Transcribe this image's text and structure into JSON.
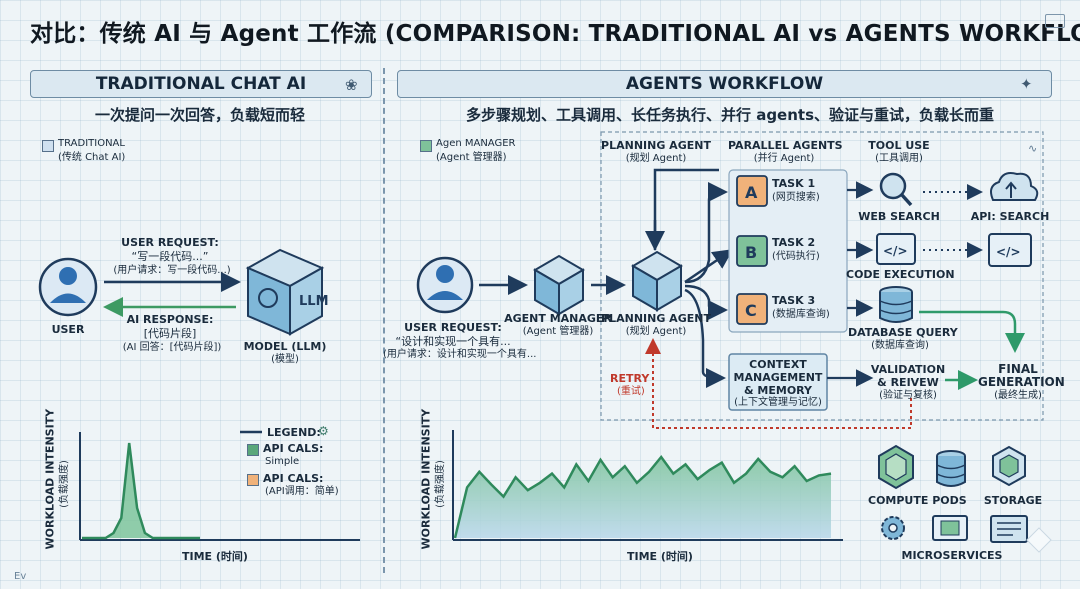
{
  "title": "对比：传统 AI 与 Agent 工作流 (COMPARISON: TRADITIONAL AI vs AGENTS WORKFLOW)",
  "left": {
    "header": "TRADITIONAL CHAT AI",
    "subtitle": "一次提问一次回答，负载短而轻",
    "legend_title": "TRADITIONAL",
    "legend_sub": "(传统 Chat AI)",
    "user": "USER",
    "request_title": "USER REQUEST:",
    "request_text": "“写一段代码...”",
    "request_cn": "(用户请求：写一段代码...)",
    "response_title": "AI RESPONSE:",
    "response_text": "[代码片段]",
    "response_cn": "(AI 回答：[代码片段])",
    "model_title": "MODEL (LLM)",
    "model_cn": "(模型)",
    "cube_text": "LLM",
    "chart_ylabel": "WORKLOAD INTENSITY",
    "chart_ylabel_cn": "(负载强度)",
    "chart_xlabel": "TIME (时间)",
    "legend": {
      "title": "LEGEND:",
      "item1": "API CALS:",
      "item1_sub": "Simple",
      "item2": "API CALS:",
      "item2_sub": "(API调用：简单)"
    }
  },
  "right": {
    "header": "AGENTS WORKFLOW",
    "subtitle": "多步骤规划、工具调用、长任务执行、并行 agents、验证与重试，负载长而重",
    "legend_title": "Agen MANAGER",
    "legend_sub": "(Agent 管理器)",
    "request_title": "USER REQUEST:",
    "request_text": "“设计和实现一个具有...",
    "request_cn": "(用户请求：设计和实现一个具有...",
    "manager_title": "AGENT MANAGER",
    "manager_cn": "(Agent 管理器)",
    "planning_title": "PLANNING AGENT",
    "planning_cn": "(规划 Agent)",
    "col_planning": "PLANNING AGENT",
    "col_planning_cn": "(规划 Agent)",
    "col_parallel": "PARALLEL AGENTS",
    "col_parallel_cn": "(并行 Agent)",
    "col_tool": "TOOL USE",
    "col_tool_cn": "(工具调用)",
    "tasks": [
      {
        "badge": "A",
        "title": "TASK 1",
        "cn": "(网页搜索)"
      },
      {
        "badge": "B",
        "title": "TASK 2",
        "cn": "(代码执行)"
      },
      {
        "badge": "C",
        "title": "TASK 3",
        "cn": "(数据库查询)"
      }
    ],
    "web_search": "WEB SEARCH",
    "api_search": "API: SEARCH",
    "code_exec": "CODE EXECUTION",
    "db_query": "DATABASE QUERY",
    "db_query_cn": "(数据库查询)",
    "context_1": "CONTEXT",
    "context_2": "MANAGEMENT",
    "context_3": "& MEMORY",
    "context_cn": "(上下文管理与记忆)",
    "validation_1": "VALIDATION",
    "validation_2": "& REIVEW",
    "validation_cn": "(验证与复核)",
    "final_1": "FINAL",
    "final_2": "GENERATION",
    "final_cn": "(最终生成)",
    "retry": "RETRY",
    "retry_cn": "(重试)",
    "chart_ylabel": "WORKLOAD INTENSITY",
    "chart_ylabel_cn": "(负载强度)",
    "chart_xlabel": "TIME (时间)",
    "compute": "COMPUTE PODS",
    "storage": "STORAGE",
    "micro": "MICROSERVICES"
  },
  "footer_left": "Ev",
  "colors": {
    "navy": "#1f3b5c",
    "blue": "#2f6fb2",
    "green": "#3d9a63",
    "orange": "#e9a560",
    "red": "#c0392b",
    "teal": "#4aa894"
  },
  "chart_data": [
    {
      "type": "area",
      "ylabel": "WORKLOAD INTENSITY",
      "xlabel": "TIME (时间)",
      "series": [
        {
          "values": [
            0,
            0,
            0,
            0,
            0.05,
            0.2,
            0.95,
            0.3,
            0.05,
            0,
            0,
            0,
            0,
            0,
            0,
            0
          ]
        }
      ]
    },
    {
      "type": "area",
      "ylabel": "WORKLOAD INTENSITY",
      "xlabel": "TIME (时间)",
      "series": [
        {
          "values": [
            0,
            0.55,
            0.72,
            0.58,
            0.45,
            0.66,
            0.52,
            0.6,
            0.7,
            0.55,
            0.8,
            0.62,
            0.85,
            0.66,
            0.78,
            0.6,
            0.72,
            0.88,
            0.7,
            0.8,
            0.64,
            0.74,
            0.82,
            0.6,
            0.7,
            0.86,
            0.72,
            0.66,
            0.78,
            0.62,
            0.68,
            0.7
          ]
        }
      ]
    }
  ]
}
